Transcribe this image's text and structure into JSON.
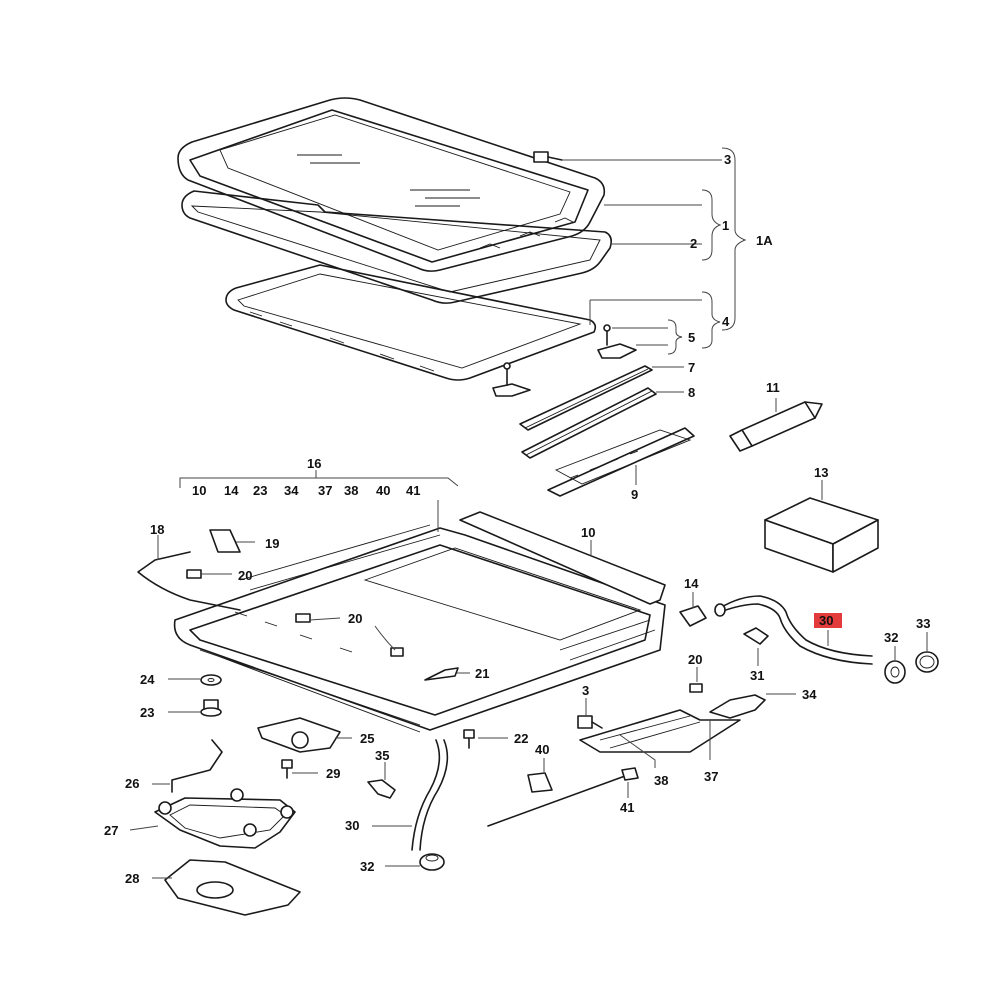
{
  "labels": {
    "l3a": "3",
    "l1": "1",
    "l1A": "1A",
    "l2": "2",
    "l4": "4",
    "l5": "5",
    "l7": "7",
    "l8": "8",
    "l9": "9",
    "l11": "11",
    "l13": "13",
    "l16": "16",
    "l16_10": "10",
    "l16_14": "14",
    "l16_23": "23",
    "l16_34": "34",
    "l16_37": "37",
    "l16_38": "38",
    "l16_40": "40",
    "l16_41": "41",
    "l18": "18",
    "l19": "19",
    "l20a": "20",
    "l10": "10",
    "l14": "14",
    "l20b": "20",
    "l21": "21",
    "l24": "24",
    "l23": "23",
    "l25": "25",
    "l29": "29",
    "l26": "26",
    "l27": "27",
    "l28": "28",
    "l35": "35",
    "l30a": "30",
    "l32a": "32",
    "l22": "22",
    "l40": "40",
    "l3b": "3",
    "l38": "38",
    "l41": "41",
    "l37": "37",
    "l20c": "20",
    "l34": "34",
    "l31": "31",
    "l30b": "30",
    "l32b": "32",
    "l33": "33"
  },
  "highlight": {
    "color": "#e33b3b",
    "part": "30"
  }
}
